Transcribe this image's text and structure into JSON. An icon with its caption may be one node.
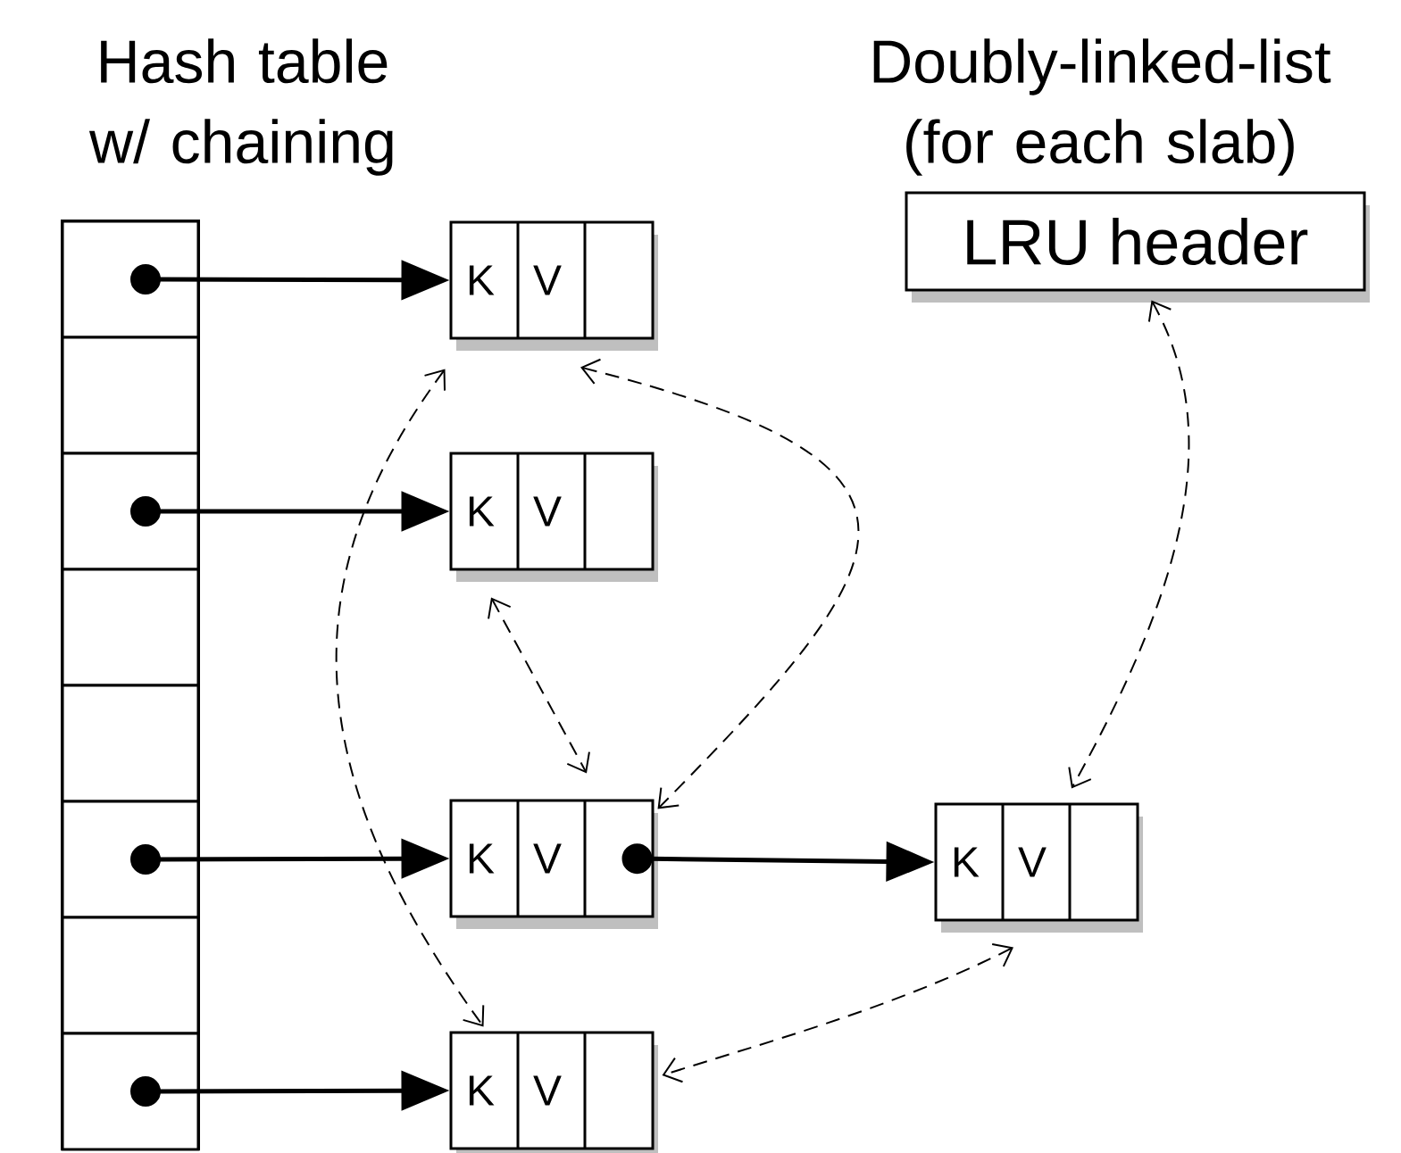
{
  "diagram": {
    "nodes": [
      {
        "text": [
          "Hash table w/ chaining"
        ]
      },
      {
        "text": [],
        "shape": "box",
        "in": 0
      },
      {
        "text": [],
        "shape": "box",
        "in": 0
      },
      {
        "text": [],
        "shape": "box",
        "in": 0
      },
      {
        "text": [],
        "shape": "box",
        "in": 0
      },
      {
        "text": [],
        "shape": "box",
        "in": 0
      },
      {
        "text": [],
        "shape": "box",
        "in": 0
      },
      {
        "text": [],
        "shape": "box",
        "in": 0
      },
      {
        "text": [],
        "shape": "box",
        "in": 0
      },
      {
        "text": [
          "K",
          "V"
        ]
      },
      {
        "text": [
          "K",
          "V"
        ]
      },
      {
        "text": [
          "K",
          "V"
        ]
      },
      {
        "text": [
          "K",
          "V"
        ]
      },
      {
        "text": [
          "K",
          "V"
        ]
      },
      {
        "text": [
          "Doubly-linked-list (for each slab)",
          "LRU header"
        ]
      }
    ],
    "edges": [
      {
        "from": 1,
        "to": 9,
        "arrow": "to",
        "style": "thick"
      },
      {
        "from": 3,
        "to": 10,
        "arrow": "to",
        "style": "thick"
      },
      {
        "from": 6,
        "to": 11,
        "arrow": "to",
        "style": "thick"
      },
      {
        "from": 8,
        "to": 12,
        "arrow": "to",
        "style": "thick"
      },
      {
        "from": 11,
        "to": 13,
        "arrow": "to",
        "style": "thick"
      },
      {
        "from": 9,
        "to": 12,
        "arrow": "both",
        "style": "dashed"
      },
      {
        "from": 9,
        "to": 11,
        "arrow": "both",
        "style": "dashed"
      },
      {
        "from": 10,
        "to": 11,
        "arrow": "both",
        "style": "dashed"
      },
      {
        "from": 14,
        "to": 13,
        "arrow": "both",
        "style": "dashed"
      },
      {
        "from": 13,
        "to": 12,
        "arrow": "both",
        "style": "dashed"
      }
    ]
  }
}
